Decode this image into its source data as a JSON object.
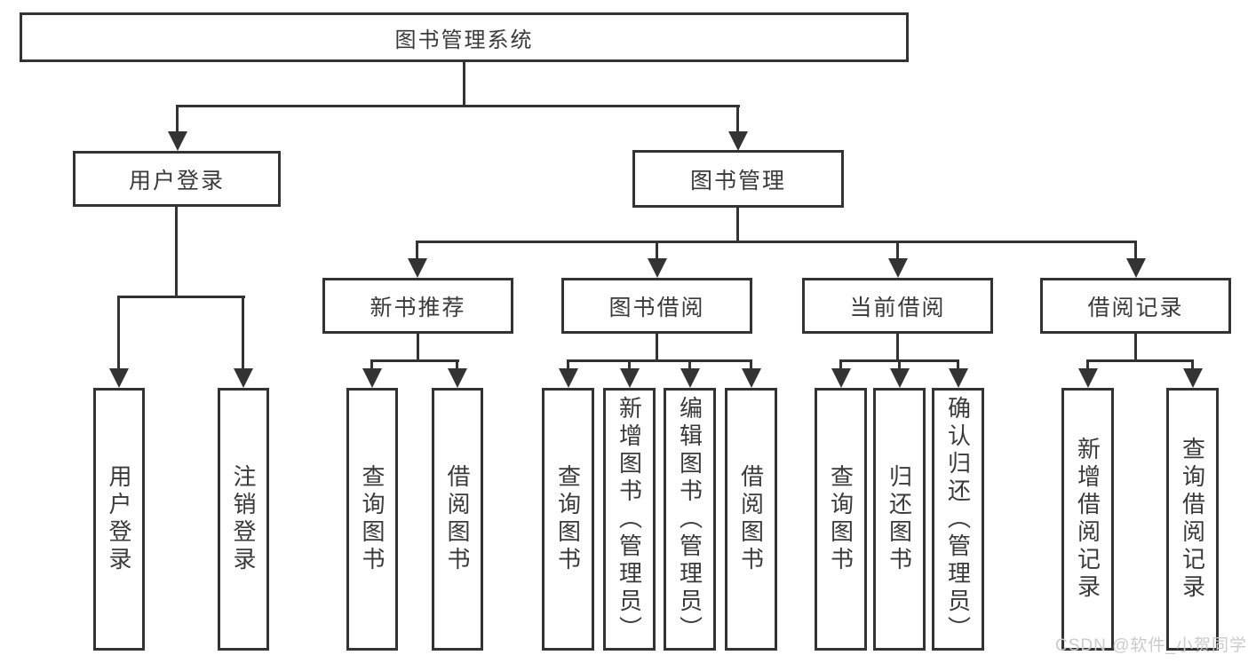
{
  "nodes": {
    "root": "图书管理系统",
    "user_login": "用户登录",
    "book_management": "图书管理",
    "new_book_recommend": "新书推荐",
    "book_borrow": "图书借阅",
    "current_borrow": "当前借阅",
    "borrow_records": "借阅记录"
  },
  "leaves": {
    "user_login": [
      "用户登录",
      "注销登录"
    ],
    "new_book_recommend": [
      "查询图书",
      "借阅图书"
    ],
    "book_borrow": [
      "查询图书",
      "新增图书（管理员）",
      "编辑图书（管理员）",
      "借阅图书"
    ],
    "current_borrow": [
      "查询图书",
      "归还图书",
      "确认归还（管理员）"
    ],
    "borrow_records": [
      "新增借阅记录",
      "查询借阅记录"
    ]
  },
  "watermark": "CSDN @软件_小贺同学",
  "colors": {
    "line": "#333333",
    "box_border": "#333333",
    "text": "#3a3a3a",
    "background": "#ffffff",
    "watermark": "#cbcbcb"
  }
}
